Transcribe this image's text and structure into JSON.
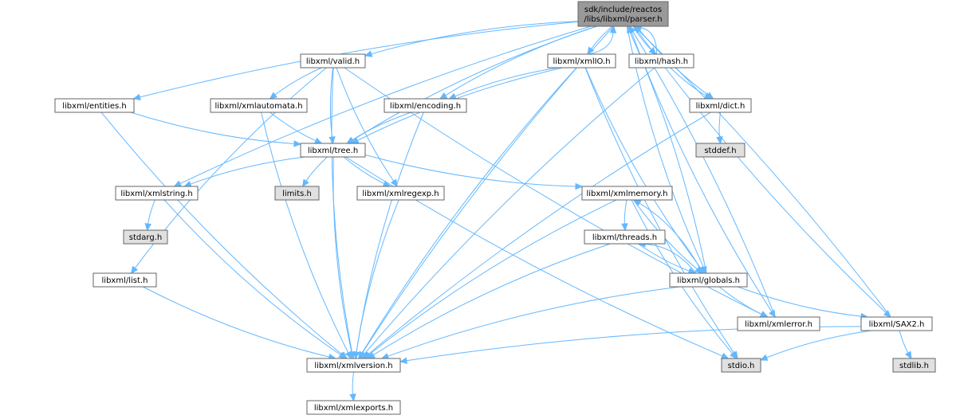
{
  "colors": {
    "edge": "#63b8ff",
    "node_fill": "#ffffff",
    "node_sys_fill": "#e0e0e0",
    "node_root_fill": "#999999",
    "node_border": "#666666",
    "sys_border": "#999999"
  },
  "nodes": [
    {
      "id": "parser",
      "lines": [
        "sdk/include/reactos",
        "/libs/libxml/parser.h"
      ],
      "kind": "root"
    },
    {
      "id": "valid",
      "lines": [
        "libxml/valid.h"
      ],
      "kind": "file"
    },
    {
      "id": "xmlIO",
      "lines": [
        "libxml/xmlIO.h"
      ],
      "kind": "file"
    },
    {
      "id": "hash",
      "lines": [
        "libxml/hash.h"
      ],
      "kind": "file"
    },
    {
      "id": "entities",
      "lines": [
        "libxml/entities.h"
      ],
      "kind": "file"
    },
    {
      "id": "xmlautomata",
      "lines": [
        "libxml/xmlautomata.h"
      ],
      "kind": "file"
    },
    {
      "id": "encoding",
      "lines": [
        "libxml/encoding.h"
      ],
      "kind": "file"
    },
    {
      "id": "dict",
      "lines": [
        "libxml/dict.h"
      ],
      "kind": "file"
    },
    {
      "id": "tree",
      "lines": [
        "libxml/tree.h"
      ],
      "kind": "file"
    },
    {
      "id": "stddef",
      "lines": [
        "stddef.h"
      ],
      "kind": "sys"
    },
    {
      "id": "xmlstring",
      "lines": [
        "libxml/xmlstring.h"
      ],
      "kind": "file"
    },
    {
      "id": "limits",
      "lines": [
        "limits.h"
      ],
      "kind": "sys"
    },
    {
      "id": "xmlregexp",
      "lines": [
        "libxml/xmlregexp.h"
      ],
      "kind": "file"
    },
    {
      "id": "xmlmemory",
      "lines": [
        "libxml/xmlmemory.h"
      ],
      "kind": "file"
    },
    {
      "id": "stdarg",
      "lines": [
        "stdarg.h"
      ],
      "kind": "sys"
    },
    {
      "id": "threads",
      "lines": [
        "libxml/threads.h"
      ],
      "kind": "file"
    },
    {
      "id": "list",
      "lines": [
        "libxml/list.h"
      ],
      "kind": "file"
    },
    {
      "id": "globals",
      "lines": [
        "libxml/globals.h"
      ],
      "kind": "file"
    },
    {
      "id": "xmlerror",
      "lines": [
        "libxml/xmlerror.h"
      ],
      "kind": "file"
    },
    {
      "id": "SAX2",
      "lines": [
        "libxml/SAX2.h"
      ],
      "kind": "file"
    },
    {
      "id": "xmlversion",
      "lines": [
        "libxml/xmlversion.h"
      ],
      "kind": "file"
    },
    {
      "id": "stdio",
      "lines": [
        "stdio.h"
      ],
      "kind": "sys"
    },
    {
      "id": "stdlib",
      "lines": [
        "stdlib.h"
      ],
      "kind": "sys"
    },
    {
      "id": "xmlexports",
      "lines": [
        "libxml/xmlexports.h"
      ],
      "kind": "file"
    }
  ],
  "edges": [
    {
      "from": "parser",
      "to": "valid"
    },
    {
      "from": "parser",
      "to": "xmlIO"
    },
    {
      "from": "parser",
      "to": "hash"
    },
    {
      "from": "parser",
      "to": "entities"
    },
    {
      "from": "parser",
      "to": "encoding"
    },
    {
      "from": "parser",
      "to": "dict"
    },
    {
      "from": "parser",
      "to": "tree"
    },
    {
      "from": "parser",
      "to": "xmlstring"
    },
    {
      "from": "parser",
      "to": "globals"
    },
    {
      "from": "parser",
      "to": "xmlerror"
    },
    {
      "from": "parser",
      "to": "SAX2"
    },
    {
      "from": "parser",
      "to": "xmlversion"
    },
    {
      "from": "valid",
      "to": "xmlautomata"
    },
    {
      "from": "valid",
      "to": "tree"
    },
    {
      "from": "valid",
      "to": "xmlregexp"
    },
    {
      "from": "valid",
      "to": "list"
    },
    {
      "from": "valid",
      "to": "xmlerror"
    },
    {
      "from": "valid",
      "to": "xmlversion"
    },
    {
      "from": "xmlIO",
      "to": "encoding"
    },
    {
      "from": "xmlIO",
      "to": "tree"
    },
    {
      "from": "xmlIO",
      "to": "globals"
    },
    {
      "from": "xmlIO",
      "to": "xmlversion"
    },
    {
      "from": "xmlIO",
      "to": "stdio"
    },
    {
      "from": "xmlIO",
      "to": "parser"
    },
    {
      "from": "hash",
      "to": "dict"
    },
    {
      "from": "hash",
      "to": "xmlversion"
    },
    {
      "from": "hash",
      "to": "parser"
    },
    {
      "from": "entities",
      "to": "tree"
    },
    {
      "from": "entities",
      "to": "xmlversion"
    },
    {
      "from": "xmlautomata",
      "to": "tree"
    },
    {
      "from": "xmlautomata",
      "to": "xmlversion"
    },
    {
      "from": "encoding",
      "to": "tree"
    },
    {
      "from": "encoding",
      "to": "xmlversion"
    },
    {
      "from": "dict",
      "to": "stddef"
    },
    {
      "from": "dict",
      "to": "xmlversion"
    },
    {
      "from": "tree",
      "to": "xmlstring"
    },
    {
      "from": "tree",
      "to": "limits"
    },
    {
      "from": "tree",
      "to": "xmlregexp"
    },
    {
      "from": "tree",
      "to": "xmlmemory"
    },
    {
      "from": "tree",
      "to": "xmlversion"
    },
    {
      "from": "tree",
      "to": "stdio"
    },
    {
      "from": "xmlstring",
      "to": "stdarg"
    },
    {
      "from": "xmlstring",
      "to": "xmlversion"
    },
    {
      "from": "xmlregexp",
      "to": "xmlversion"
    },
    {
      "from": "xmlmemory",
      "to": "threads"
    },
    {
      "from": "xmlmemory",
      "to": "globals"
    },
    {
      "from": "xmlmemory",
      "to": "xmlversion"
    },
    {
      "from": "xmlmemory",
      "to": "stdio"
    },
    {
      "from": "threads",
      "to": "globals"
    },
    {
      "from": "threads",
      "to": "xmlversion"
    },
    {
      "from": "globals",
      "to": "threads"
    },
    {
      "from": "globals",
      "to": "xmlmemory"
    },
    {
      "from": "globals",
      "to": "xmlerror"
    },
    {
      "from": "globals",
      "to": "SAX2"
    },
    {
      "from": "globals",
      "to": "xmlversion"
    },
    {
      "from": "globals",
      "to": "parser"
    },
    {
      "from": "list",
      "to": "xmlversion"
    },
    {
      "from": "xmlerror",
      "to": "parser"
    },
    {
      "from": "SAX2",
      "to": "xmlversion"
    },
    {
      "from": "SAX2",
      "to": "stdio"
    },
    {
      "from": "SAX2",
      "to": "stdlib"
    },
    {
      "from": "SAX2",
      "to": "parser"
    },
    {
      "from": "xmlversion",
      "to": "xmlexports"
    }
  ]
}
